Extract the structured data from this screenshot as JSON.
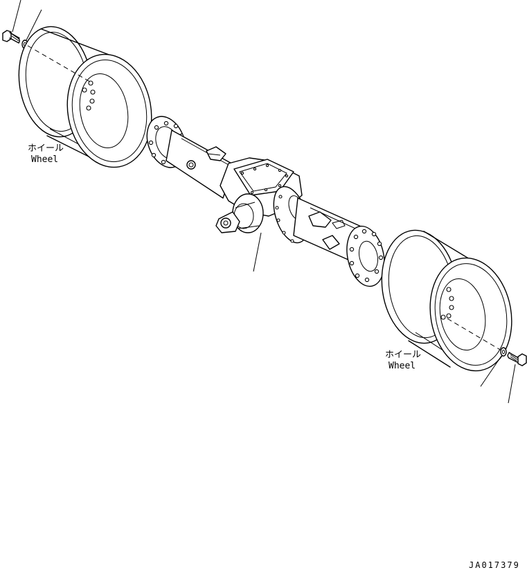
{
  "labels": {
    "left_wheel_jp": "ホイール",
    "left_wheel_en": "Wheel",
    "right_wheel_jp": "ホイール",
    "right_wheel_en": "Wheel"
  },
  "drawing_code": "JA017379"
}
